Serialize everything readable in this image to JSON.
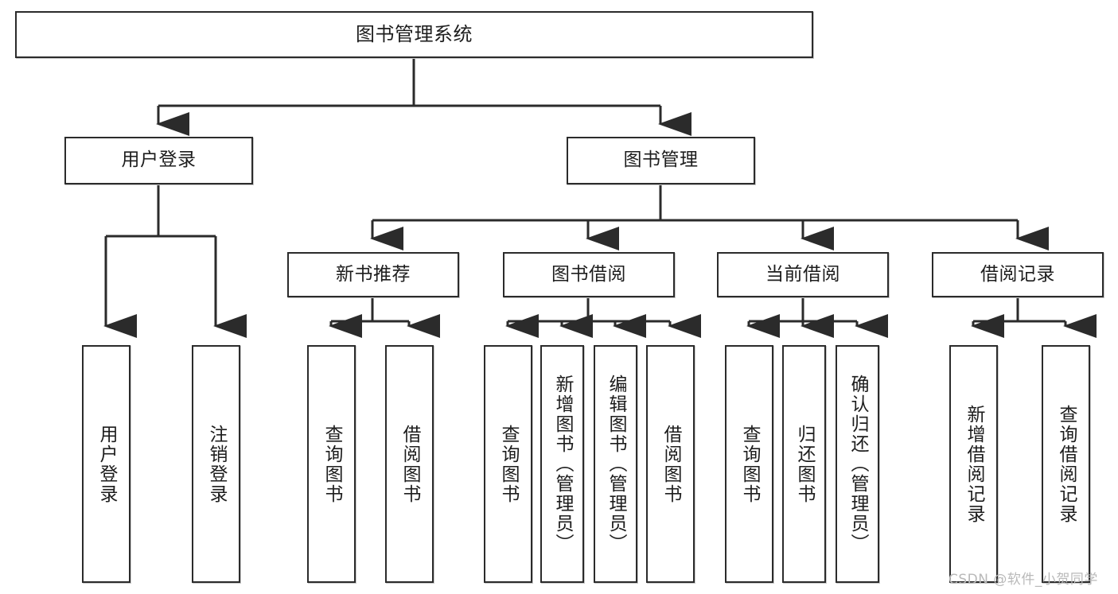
{
  "diagram": {
    "type": "tree",
    "orientation": "top-down",
    "title": "图书管理系统",
    "colors": {
      "box_border": "#2b2b2b",
      "box_fill": "#ffffff",
      "connector": "#2b2b2b",
      "text": "#1d1d1d",
      "background": "#ffffff",
      "watermark": "#b9b9b9"
    },
    "nodes": {
      "root": {
        "label": "图书管理系统",
        "level": 0,
        "orientation": "horizontal"
      },
      "l1": [
        {
          "id": "user-login",
          "label": "用户登录",
          "level": 1,
          "orientation": "horizontal"
        },
        {
          "id": "book-manage",
          "label": "图书管理",
          "level": 1,
          "orientation": "horizontal"
        }
      ],
      "l2": [
        {
          "id": "new-book-rec",
          "label": "新书推荐",
          "level": 2,
          "orientation": "horizontal",
          "parent": "book-manage"
        },
        {
          "id": "book-borrow",
          "label": "图书借阅",
          "level": 2,
          "orientation": "horizontal",
          "parent": "book-manage"
        },
        {
          "id": "current-borrow",
          "label": "当前借阅",
          "level": 2,
          "orientation": "horizontal",
          "parent": "book-manage"
        },
        {
          "id": "borrow-record",
          "label": "借阅记录",
          "level": 2,
          "orientation": "horizontal",
          "parent": "book-manage"
        }
      ],
      "leaves": [
        {
          "id": "leaf-user-login",
          "label": "用户登录",
          "parent": "user-login",
          "orientation": "vertical"
        },
        {
          "id": "leaf-logout",
          "label": "注销登录",
          "parent": "user-login",
          "orientation": "vertical"
        },
        {
          "id": "leaf-query-book-1",
          "label": "查询图书",
          "parent": "new-book-rec",
          "orientation": "vertical"
        },
        {
          "id": "leaf-borrow-book-1",
          "label": "借阅图书",
          "parent": "new-book-rec",
          "orientation": "vertical"
        },
        {
          "id": "leaf-query-book-2",
          "label": "查询图书",
          "parent": "book-borrow",
          "orientation": "vertical"
        },
        {
          "id": "leaf-add-book",
          "label": "新增图书（管理员）",
          "parent": "book-borrow",
          "orientation": "vertical"
        },
        {
          "id": "leaf-edit-book",
          "label": "编辑图书（管理员）",
          "parent": "book-borrow",
          "orientation": "vertical"
        },
        {
          "id": "leaf-borrow-book-2",
          "label": "借阅图书",
          "parent": "book-borrow",
          "orientation": "vertical"
        },
        {
          "id": "leaf-query-book-3",
          "label": "查询图书",
          "parent": "current-borrow",
          "orientation": "vertical"
        },
        {
          "id": "leaf-return-book",
          "label": "归还图书",
          "parent": "current-borrow",
          "orientation": "vertical"
        },
        {
          "id": "leaf-confirm-return",
          "label": "确认归还（管理员）",
          "parent": "current-borrow",
          "orientation": "vertical"
        },
        {
          "id": "leaf-add-record",
          "label": "新增借阅记录",
          "parent": "borrow-record",
          "orientation": "vertical"
        },
        {
          "id": "leaf-query-record",
          "label": "查询借阅记录",
          "parent": "borrow-record",
          "orientation": "vertical"
        }
      ]
    }
  },
  "watermark": {
    "text": "CSDN @软件_小贺同学"
  }
}
